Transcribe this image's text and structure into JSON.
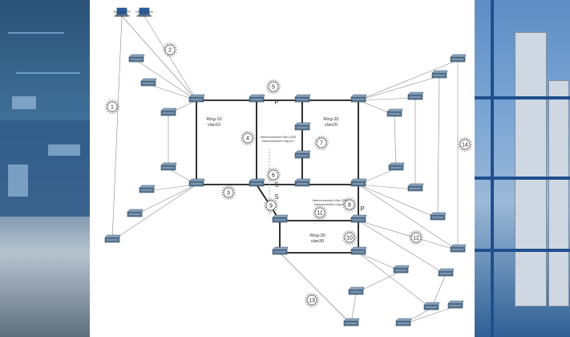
{
  "top_hosts": [
    {
      "name": "Rockwell PS",
      "sub": "192.168.1.20"
    },
    {
      "name": "HIPS Station",
      "sub": "192.168.1.21"
    }
  ],
  "ring_labels": [
    {
      "line1": "Ring-10",
      "line2": "vlan10"
    },
    {
      "line1": "Ring-20",
      "line2": "vlan20"
    },
    {
      "line1": "Ring-30",
      "line2": "vlan30"
    }
  ],
  "interconnect_labels": [
    {
      "line1": "Interconnection Vlan 1020",
      "line2": "interconnection ring id 1"
    },
    {
      "line1": "Interconnection Vlan 2030",
      "line2": "interconnection ring id 2"
    }
  ],
  "path_letters": [
    "P",
    "S",
    "S",
    "P"
  ],
  "markers": [
    "1",
    "2",
    "3",
    "4",
    "5",
    "6",
    "7",
    "8",
    "9",
    "10",
    "11",
    "12",
    "13",
    "14"
  ]
}
